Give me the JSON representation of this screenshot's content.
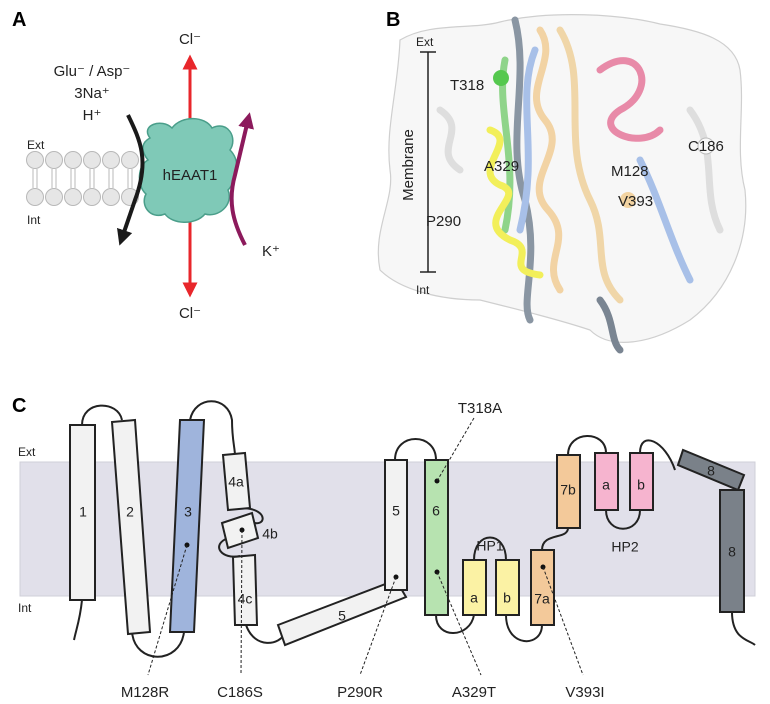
{
  "panels": {
    "a": {
      "letter": "A",
      "cl_top": "Cl⁻",
      "cl_bottom": "Cl⁻",
      "substrates": [
        "Glu⁻ / Asp⁻",
        "3Na⁺",
        "H⁺"
      ],
      "potassium": "K⁺",
      "protein": "hEAAT1",
      "ext": "Ext",
      "int": "Int"
    },
    "b": {
      "letter": "B",
      "ext": "Ext",
      "int": "Int",
      "membrane": "Membrane",
      "residues": [
        "T318",
        "A329",
        "P290",
        "M128",
        "V393",
        "C186"
      ]
    },
    "c": {
      "letter": "C",
      "ext": "Ext",
      "int": "Int",
      "helices": [
        "1",
        "2",
        "3",
        "4a",
        "4b",
        "4c",
        "5",
        "5",
        "6",
        "a",
        "b",
        "7a",
        "7b",
        "a",
        "b",
        "8",
        "8"
      ],
      "hp1": "HP1",
      "hp2": "HP2",
      "mutations": [
        "M128R",
        "C186S",
        "P290R",
        "A329T",
        "V393I",
        "T318A"
      ]
    }
  },
  "colors": {
    "membrane_band": "#e1e0ea",
    "tm3": "#9fb4dc",
    "tm6": "#b7e3b0",
    "hp1": "#fbf2a4",
    "tm7": "#f3c99a",
    "hp2": "#f6b4cf",
    "tm8": "#7a8189",
    "protein": "#7fc9b7",
    "cl_arrow": "#e8262b",
    "k_arrow": "#8c1a5c"
  }
}
